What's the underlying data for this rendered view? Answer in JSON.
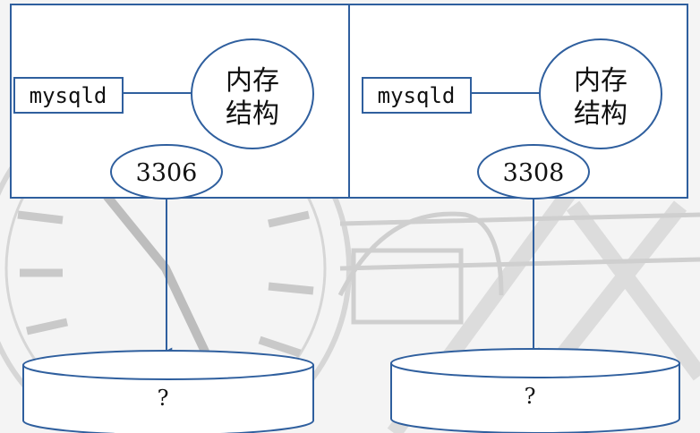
{
  "instances": [
    {
      "process_label": "mysqld",
      "memory_label_line1": "内存",
      "memory_label_line2": "结构",
      "port": "3306",
      "datadir_label": "?"
    },
    {
      "process_label": "mysqld",
      "memory_label_line1": "内存",
      "memory_label_line2": "结构",
      "port": "3308",
      "datadir_label": "?"
    }
  ],
  "colors": {
    "frame": "#2f5f9e",
    "line": "#2f5f9e",
    "fill": "#ffffff",
    "text": "#111111",
    "background_art": "#d3d3d3"
  }
}
